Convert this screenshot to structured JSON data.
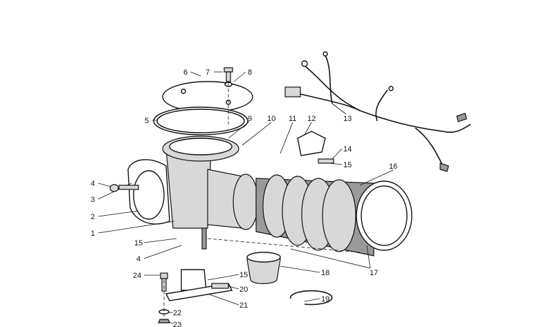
{
  "diagram": {
    "type": "exploded-parts-diagram",
    "callouts": [
      "6",
      "7",
      "8",
      "5",
      "9",
      "10",
      "11",
      "12",
      "13",
      "14",
      "15",
      "16",
      "4",
      "3",
      "2",
      "1",
      "15",
      "4",
      "18",
      "17",
      "24",
      "15",
      "20",
      "21",
      "19",
      "22",
      "23"
    ]
  },
  "colors": {
    "ink": "#111111",
    "background": "#ffffff"
  }
}
